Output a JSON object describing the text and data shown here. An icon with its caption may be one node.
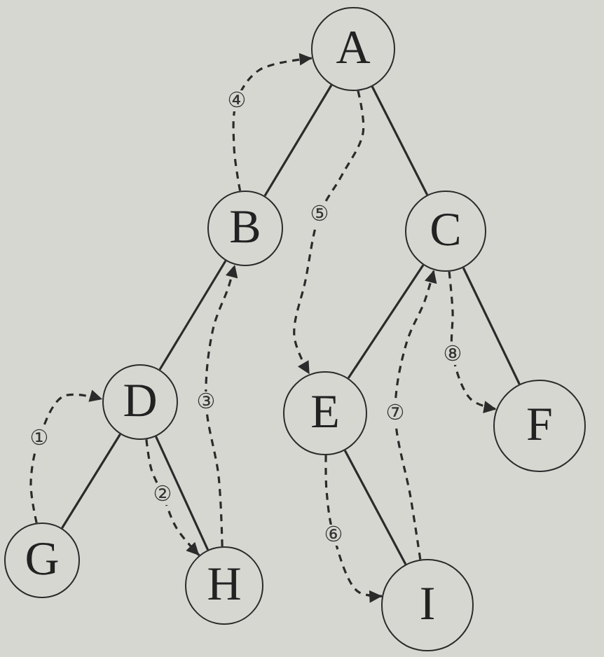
{
  "diagram": {
    "nodes": [
      {
        "text": [
          "A"
        ]
      },
      {
        "text": [
          "B"
        ]
      },
      {
        "text": [
          "C"
        ]
      },
      {
        "text": [
          "D"
        ]
      },
      {
        "text": [
          "E"
        ]
      },
      {
        "text": [
          "F"
        ]
      },
      {
        "text": [
          "G"
        ]
      },
      {
        "text": [
          "H"
        ]
      },
      {
        "text": [
          "I"
        ]
      }
    ],
    "edges": [
      {
        "from": 0,
        "to": 1,
        "arrow": "none"
      },
      {
        "from": 0,
        "to": 2,
        "arrow": "none"
      },
      {
        "from": 1,
        "to": 3,
        "arrow": "none"
      },
      {
        "from": 2,
        "to": 4,
        "arrow": "none"
      },
      {
        "from": 2,
        "to": 5,
        "arrow": "none"
      },
      {
        "from": 3,
        "to": 6,
        "arrow": "none"
      },
      {
        "from": 3,
        "to": 7,
        "arrow": "none"
      },
      {
        "from": 4,
        "to": 8,
        "arrow": "none"
      },
      {
        "from": 6,
        "to": 3,
        "arrow": "to",
        "label": "①",
        "style": "dashed"
      },
      {
        "from": 3,
        "to": 7,
        "arrow": "to",
        "label": "②",
        "style": "dashed"
      },
      {
        "from": 7,
        "to": 1,
        "arrow": "to",
        "label": "③",
        "style": "dashed"
      },
      {
        "from": 1,
        "to": 0,
        "arrow": "to",
        "label": "④",
        "style": "dashed"
      },
      {
        "from": 0,
        "to": 4,
        "arrow": "to",
        "label": "⑤",
        "style": "dashed"
      },
      {
        "from": 4,
        "to": 8,
        "arrow": "to",
        "label": "⑥",
        "style": "dashed"
      },
      {
        "from": 8,
        "to": 2,
        "arrow": "to",
        "label": "⑦",
        "style": "dashed"
      },
      {
        "from": 2,
        "to": 5,
        "arrow": "to",
        "label": "⑧",
        "style": "dashed"
      }
    ]
  }
}
